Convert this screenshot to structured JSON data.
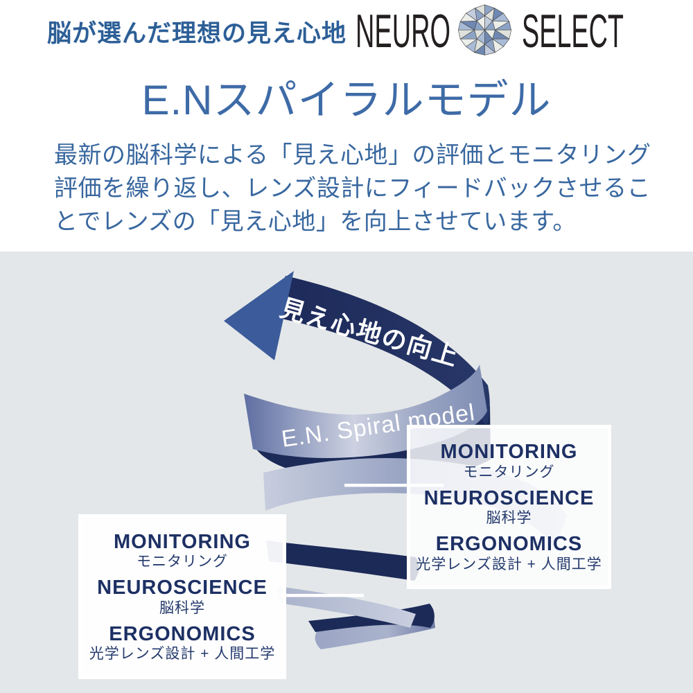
{
  "header": {
    "tagline": "脳が選んだ理想の見え心地",
    "logo_neuro": "NEURO",
    "logo_select": "SELECT"
  },
  "title": "E.Nスパイラルモデル",
  "description": {
    "line1": "最新の脳科学による「見え心地」の評価とモニタリング",
    "line2": "評価を繰り返し、レンズ設計にフィードバックさせるこ",
    "line3": "とでレンズの「見え心地」を向上させています。"
  },
  "diagram": {
    "arrow_label": "見え心地の向上",
    "spiral_label": "E.N. Spiral model",
    "box_items": [
      {
        "en": "MONITORING",
        "ja": "モニタリング"
      },
      {
        "en": "NEUROSCIENCE",
        "ja": "脳科学"
      },
      {
        "en": "ERGONOMICS",
        "ja": "光学レンズ設計 + 人間工学"
      }
    ],
    "colors": {
      "panel_bg": "#e4e7e9",
      "spiral_navy": "#1c2a58",
      "arrow_blue": "#3b5b9a",
      "band_light": "#cdd2e1",
      "band_slate": "#5e6ea2",
      "box_text_navy": "#1d3064",
      "title_blue": "#3e6ba7",
      "body_blue": "#38679f",
      "tagline_blue": "#2d5f97",
      "logo_black": "#231f1f"
    }
  }
}
